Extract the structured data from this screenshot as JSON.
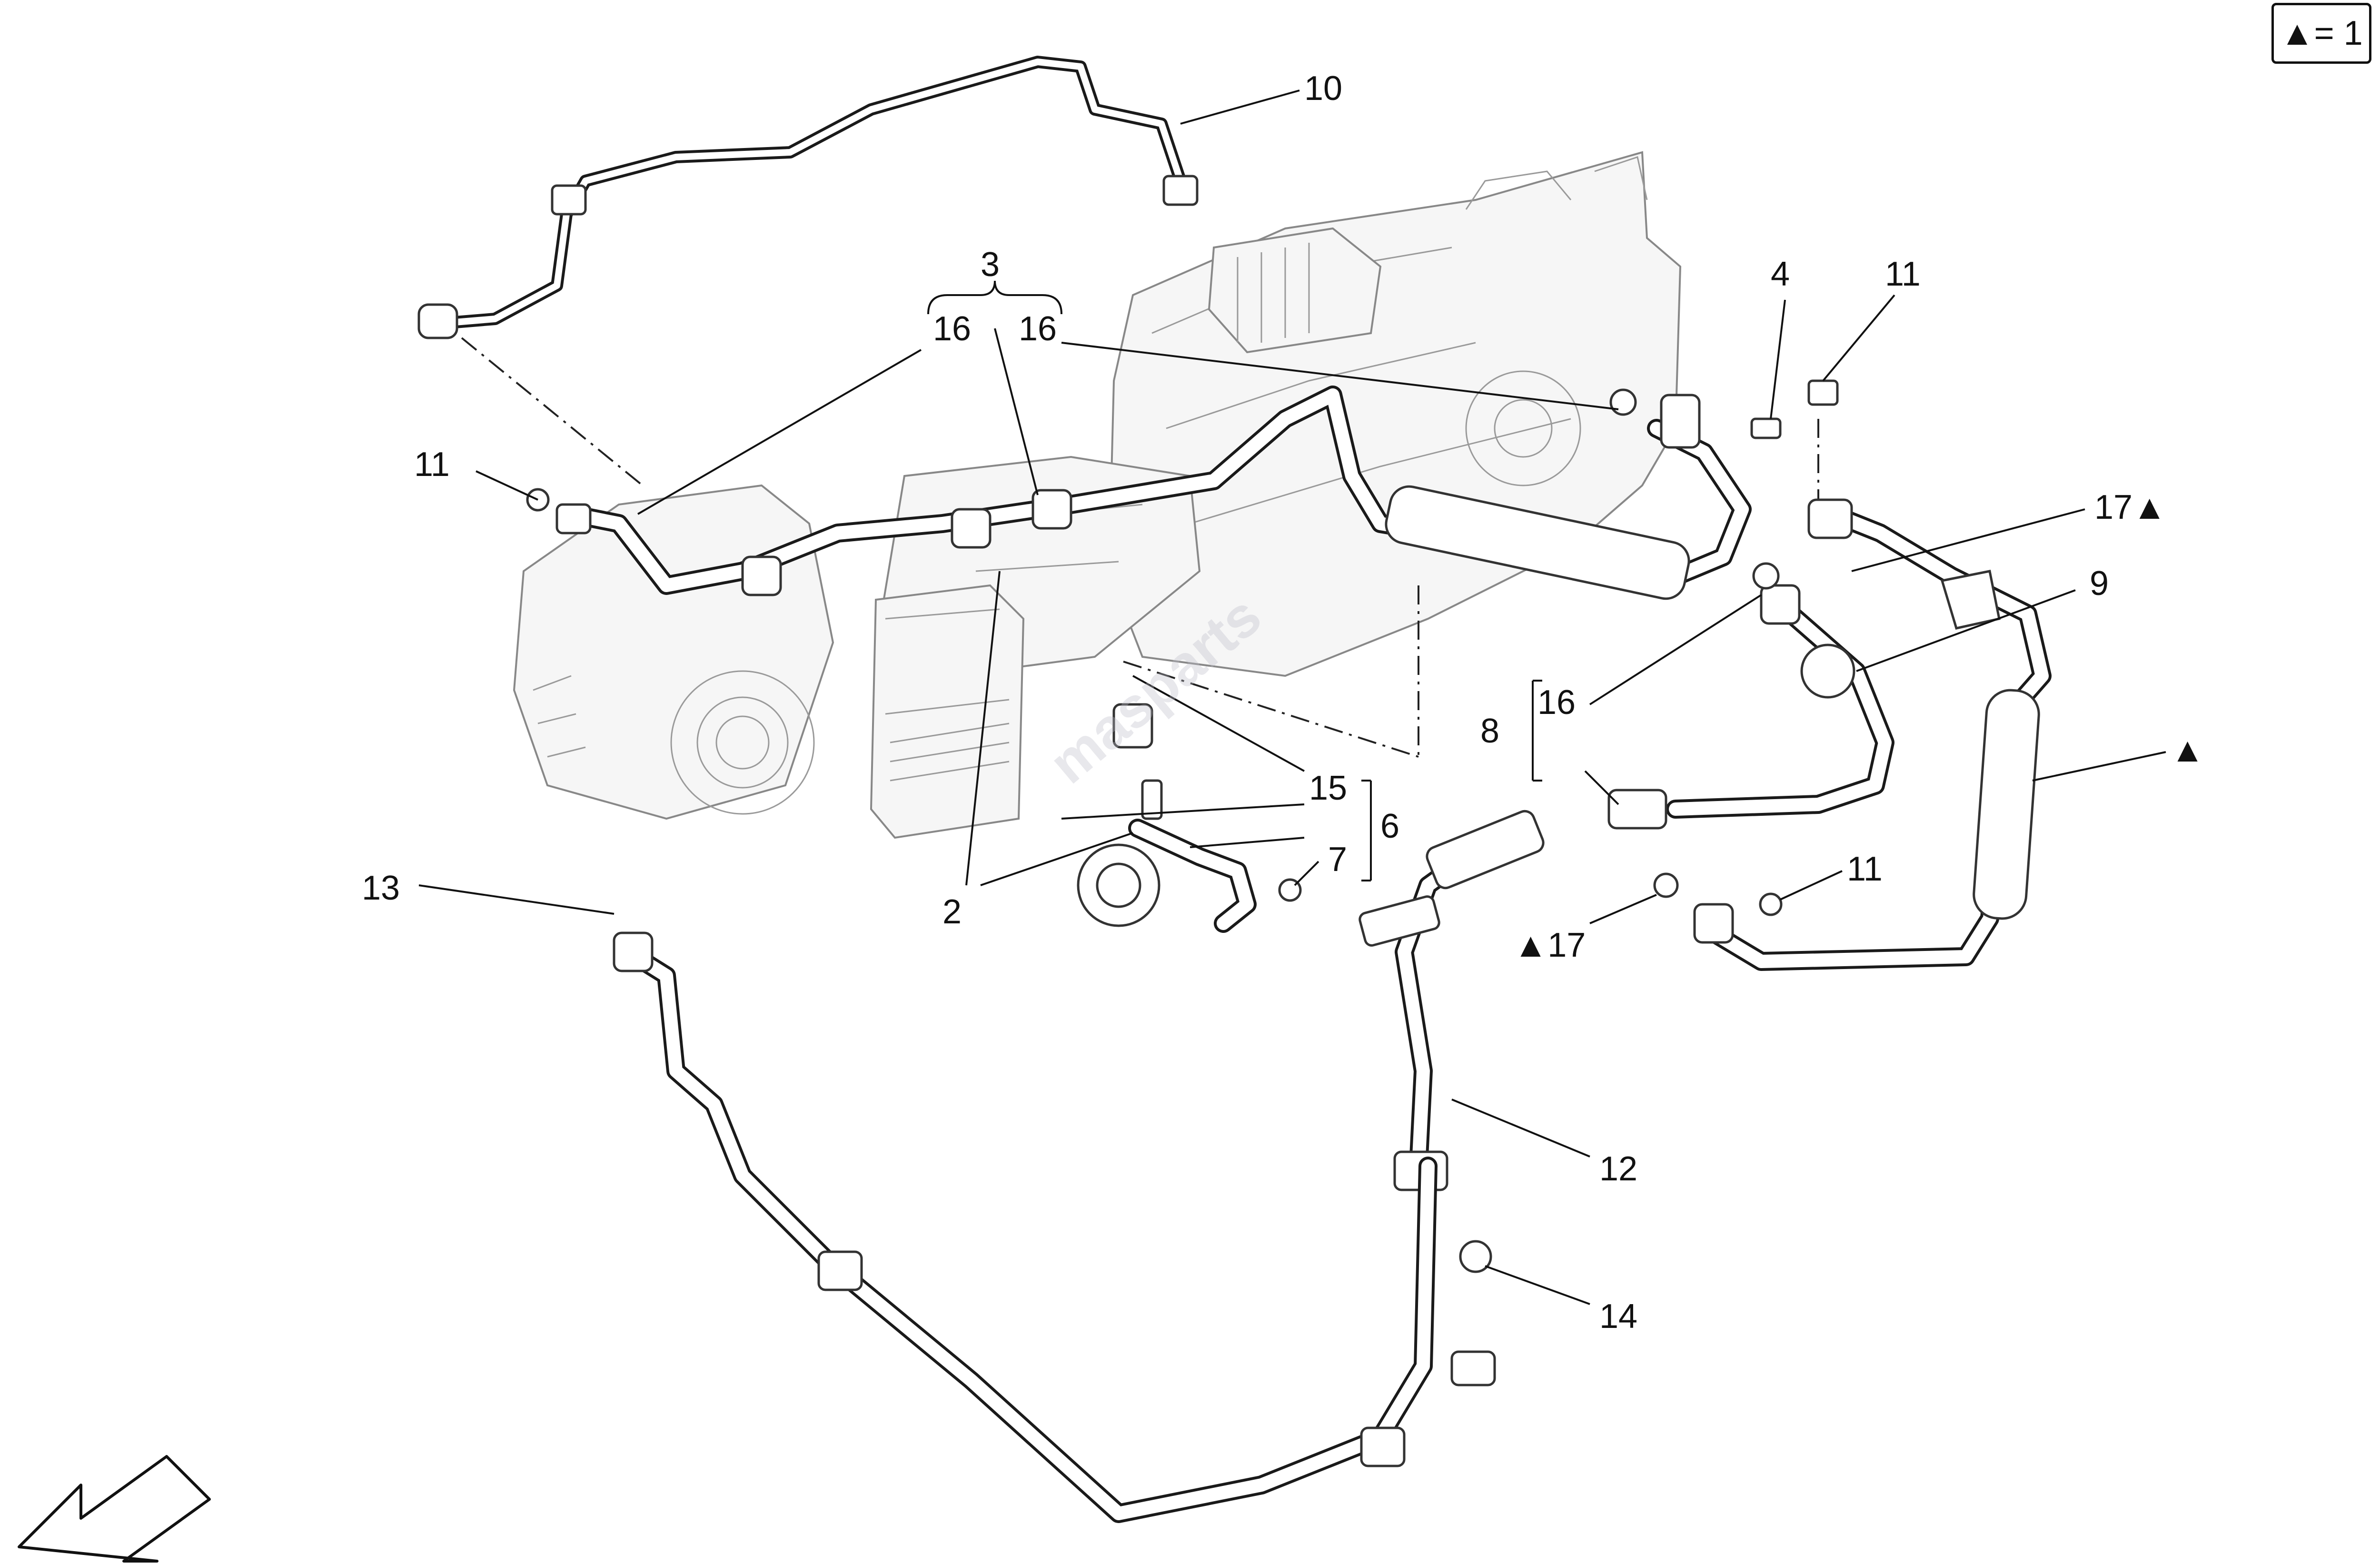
{
  "legend": {
    "text": "▲= 1"
  },
  "watermark": "masparts",
  "callouts": {
    "c10": "10",
    "c3": "3",
    "c16a": "16",
    "c16b": "16",
    "c4": "4",
    "c11a": "11",
    "c11b": "11",
    "c17a": "17▲",
    "c9": "9",
    "c16c": "16",
    "c8": "8",
    "tri": "▲",
    "c15": "15",
    "c6": "6",
    "c7": "7",
    "c2": "2",
    "c13": "13",
    "c11c": "11",
    "c17b": "▲17",
    "c12": "12",
    "c14": "14"
  },
  "colors": {
    "line": "#1a1a1a",
    "background": "#ffffff",
    "watermark": "#bebec8"
  },
  "icons": {
    "orientation": "front-arrow-icon"
  }
}
